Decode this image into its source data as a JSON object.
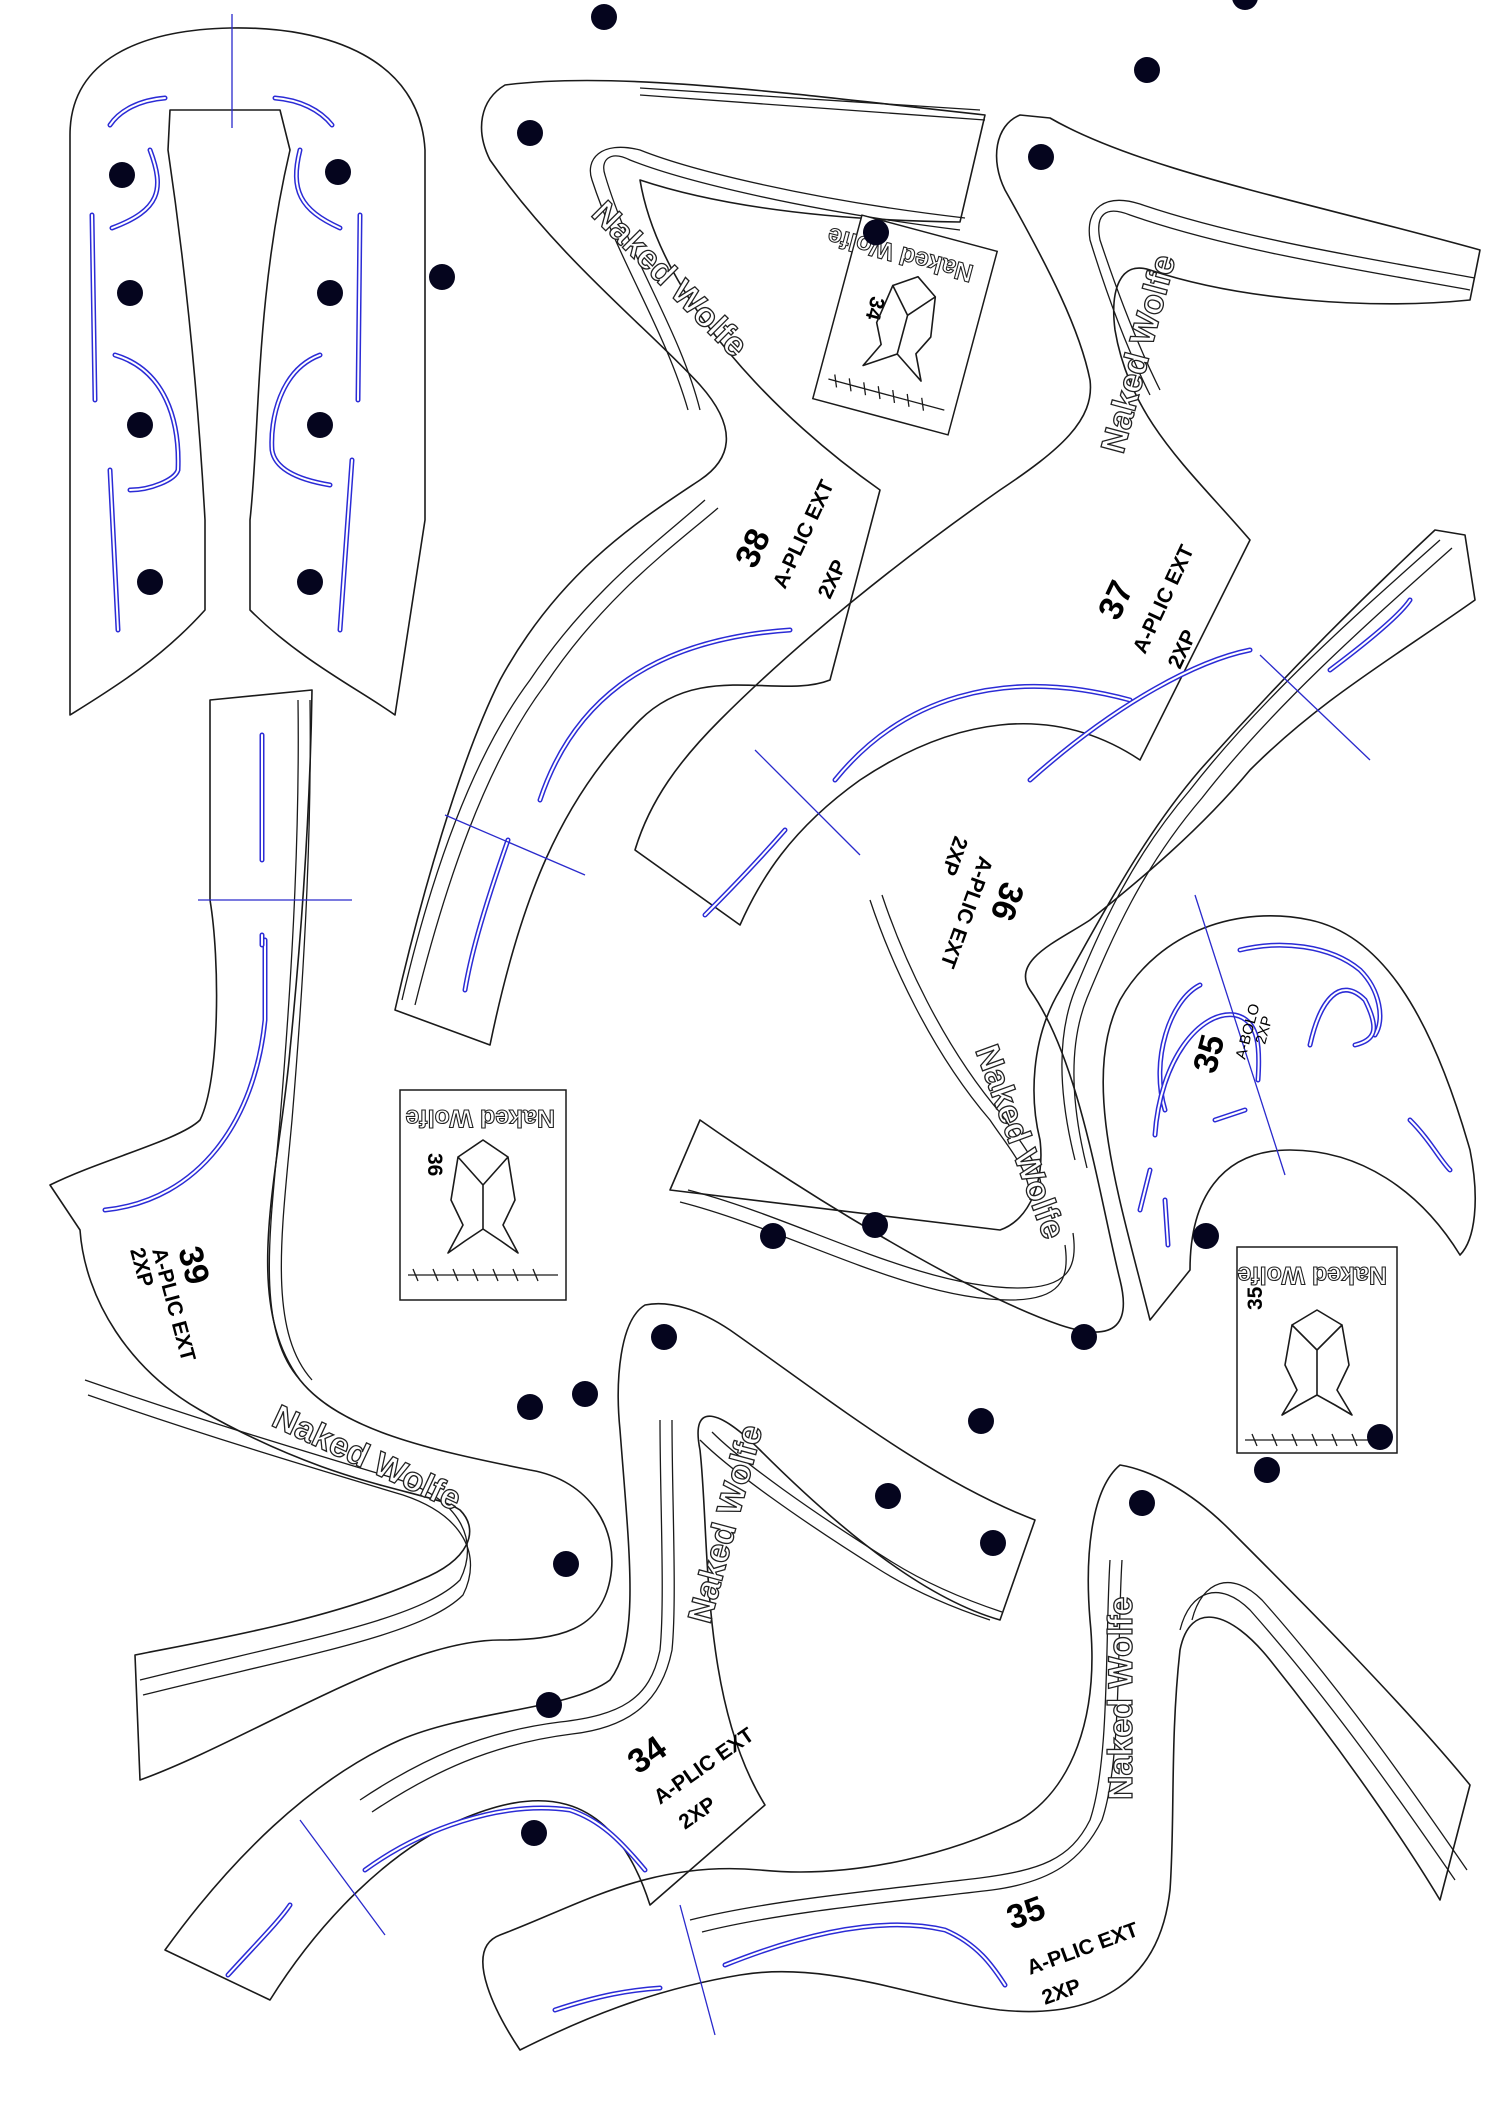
{
  "brand": "Naked Wolfe",
  "pieces": [
    {
      "id": "p38",
      "size": "38",
      "name": "A-PLIC EXT",
      "qty": "2XP"
    },
    {
      "id": "p37",
      "size": "37",
      "name": "A-PLIC EXT",
      "qty": "2XP"
    },
    {
      "id": "p36",
      "size": "36",
      "name": "A-PLIC EXT",
      "qty": "2XP"
    },
    {
      "id": "p35a",
      "size": "35",
      "name": "A-BOLO",
      "qty": "2XP"
    },
    {
      "id": "p39",
      "size": "39",
      "name": "A-PLIC EXT",
      "qty": "2XP"
    },
    {
      "id": "p34",
      "size": "34",
      "name": "A-PLIC EXT",
      "qty": "2XP"
    },
    {
      "id": "p35",
      "size": "35",
      "name": "A-PLIC EXT",
      "qty": "2XP"
    }
  ],
  "tags": [
    {
      "id": "tag34",
      "size": "34",
      "brand": "Naked Wolfe"
    },
    {
      "id": "tag36",
      "size": "36",
      "brand": "Naked Wolfe"
    },
    {
      "id": "tag35",
      "size": "35",
      "brand": "Naked Wolfe"
    }
  ]
}
